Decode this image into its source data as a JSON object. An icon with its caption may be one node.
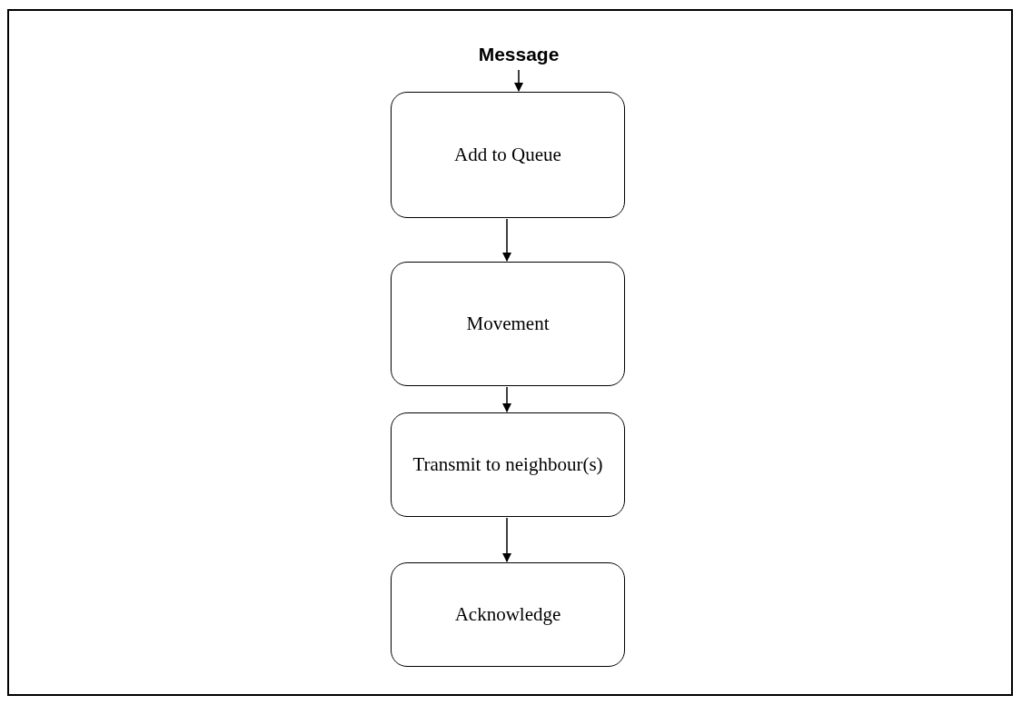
{
  "diagram": {
    "nodes": [
      {
        "text": [
          "Message"
        ]
      },
      {
        "text": [
          "Add to Queue"
        ]
      },
      {
        "text": [
          "Movement"
        ]
      },
      {
        "text": [
          "Transmit to neighbour(s)"
        ]
      },
      {
        "text": [
          "Acknowledge"
        ]
      }
    ],
    "edges": [
      {
        "from": 0,
        "to": 1,
        "arrow": "to"
      },
      {
        "from": 1,
        "to": 2,
        "arrow": "to"
      },
      {
        "from": 2,
        "to": 3,
        "arrow": "to"
      },
      {
        "from": 3,
        "to": 4,
        "arrow": "to"
      }
    ]
  }
}
